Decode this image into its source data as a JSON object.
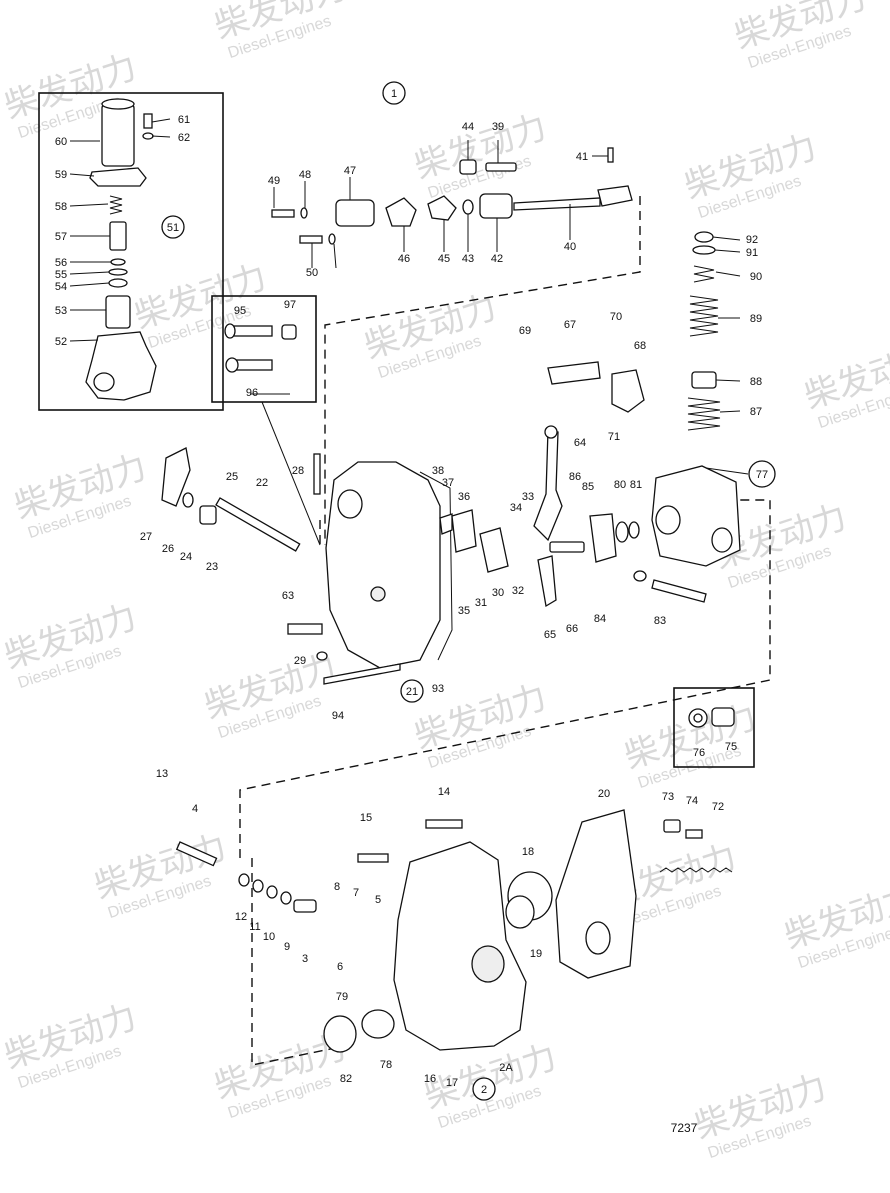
{
  "watermark": {
    "brand": "柴发动力",
    "tagline": "Diesel-Engines",
    "color": "#d8d8d8"
  },
  "group_labels": [
    "1",
    "2",
    "21",
    "51",
    "77"
  ],
  "part_labels": [
    "2A",
    "3",
    "4",
    "5",
    "6",
    "7",
    "8",
    "9",
    "10",
    "11",
    "12",
    "13",
    "14",
    "15",
    "16",
    "17",
    "18",
    "19",
    "20",
    "22",
    "23",
    "24",
    "25",
    "26",
    "27",
    "28",
    "29",
    "30",
    "31",
    "32",
    "33",
    "34",
    "35",
    "36",
    "37",
    "38",
    "39",
    "40",
    "41",
    "42",
    "43",
    "44",
    "45",
    "46",
    "47",
    "48",
    "49",
    "50",
    "52",
    "53",
    "54",
    "55",
    "56",
    "57",
    "58",
    "59",
    "60",
    "61",
    "62",
    "63",
    "64",
    "65",
    "66",
    "67",
    "68",
    "69",
    "70",
    "71",
    "72",
    "73",
    "74",
    "75",
    "76",
    "78",
    "79",
    "80",
    "81",
    "82",
    "83",
    "84",
    "85",
    "86",
    "87",
    "88",
    "89",
    "90",
    "91",
    "92",
    "93",
    "94",
    "95",
    "96",
    "97"
  ],
  "drawing_number": "7237"
}
